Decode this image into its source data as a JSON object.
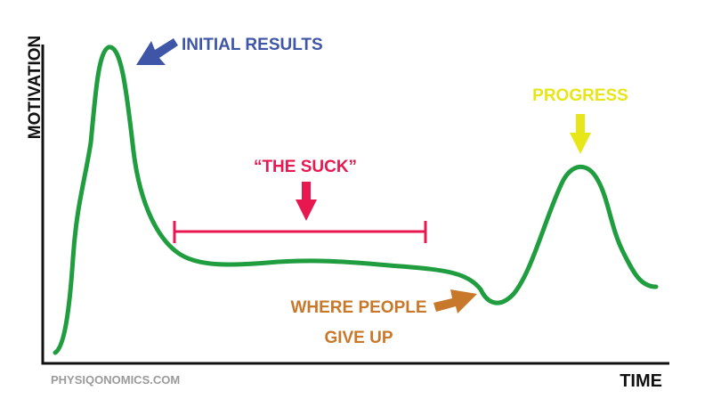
{
  "axes": {
    "y_label": "MOTIVATION",
    "x_label": "TIME"
  },
  "annotations": {
    "initial_results": "INITIAL RESULTS",
    "the_suck": "“THE SUCK”",
    "progress": "PROGRESS",
    "where_people_line1": "WHERE PEOPLE",
    "where_people_line2": "GIVE UP"
  },
  "watermark": "PHYSIQONOMICS.COM",
  "colors": {
    "curve": "#1f9d3f",
    "axis": "#111111",
    "initial_results": "#3f55a8",
    "the_suck": "#e8174f",
    "progress": "#e6e619",
    "give_up": "#c8782a",
    "watermark": "#9a9a9a"
  }
}
